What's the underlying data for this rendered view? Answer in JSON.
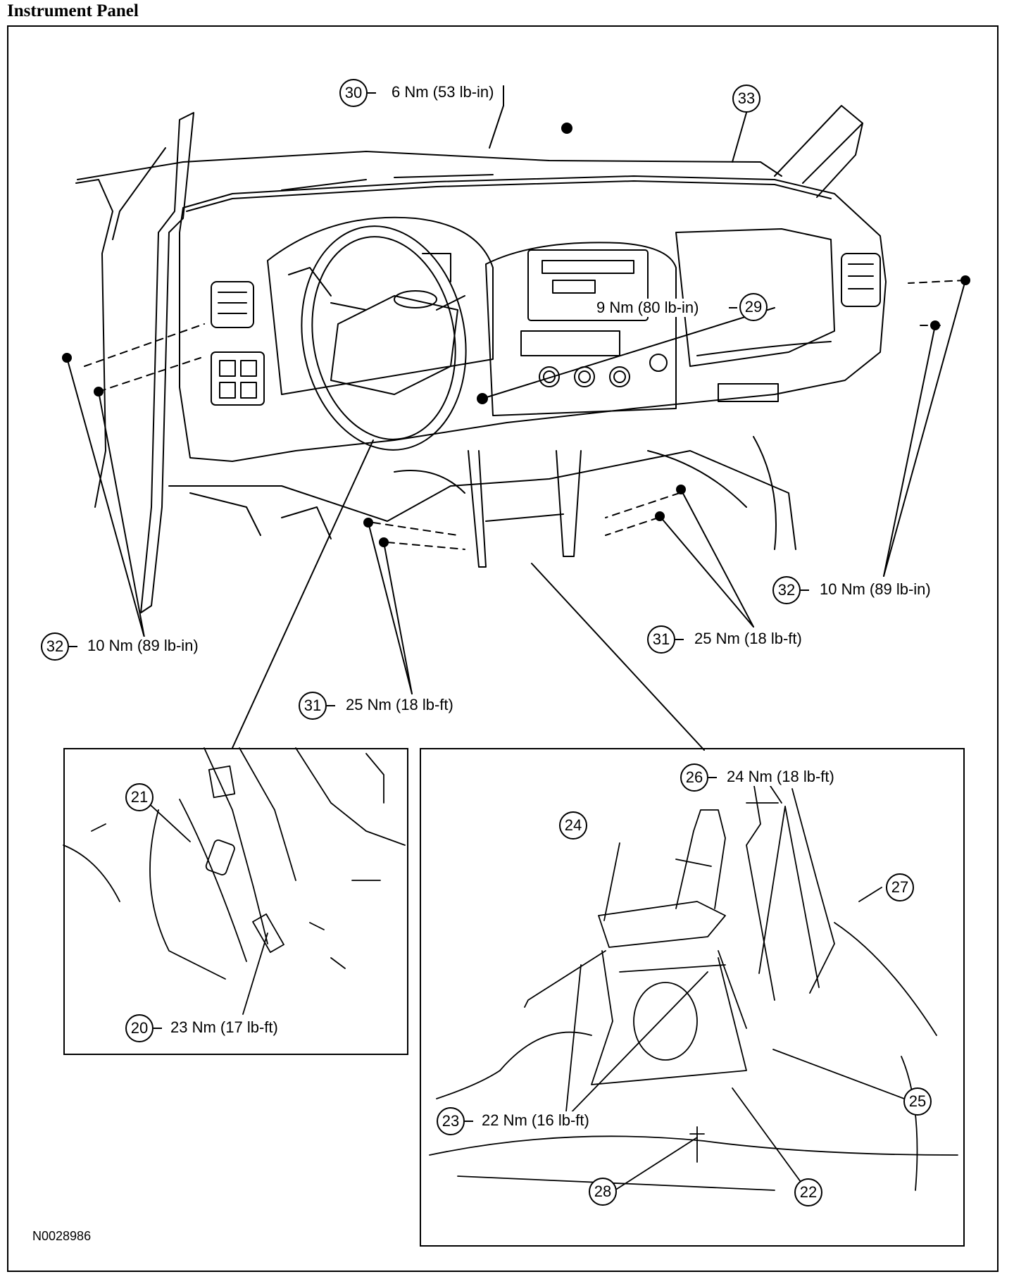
{
  "title": "Instrument Panel",
  "figure_id": "N0028986",
  "callouts": {
    "c30": {
      "num": "30",
      "torque": "6 Nm (53 lb-in)"
    },
    "c33": {
      "num": "33"
    },
    "c29": {
      "num": "29",
      "torque": "9 Nm (80 lb-in)"
    },
    "c32_right": {
      "num": "32",
      "torque": "10 Nm (89 lb-in)"
    },
    "c32_left": {
      "num": "32",
      "torque": "10 Nm (89 lb-in)"
    },
    "c31_right": {
      "num": "31",
      "torque": "25 Nm (18 lb-ft)"
    },
    "c31_left": {
      "num": "31",
      "torque": "25 Nm (18 lb-ft)"
    },
    "c21": {
      "num": "21"
    },
    "c20": {
      "num": "20",
      "torque": "23 Nm (17 lb-ft)"
    },
    "c26": {
      "num": "26",
      "torque": "24 Nm (18 lb-ft)"
    },
    "c24": {
      "num": "24"
    },
    "c27": {
      "num": "27"
    },
    "c25": {
      "num": "25"
    },
    "c23": {
      "num": "23",
      "torque": "22 Nm (16 lb-ft)"
    },
    "c22": {
      "num": "22"
    },
    "c28": {
      "num": "28"
    }
  }
}
